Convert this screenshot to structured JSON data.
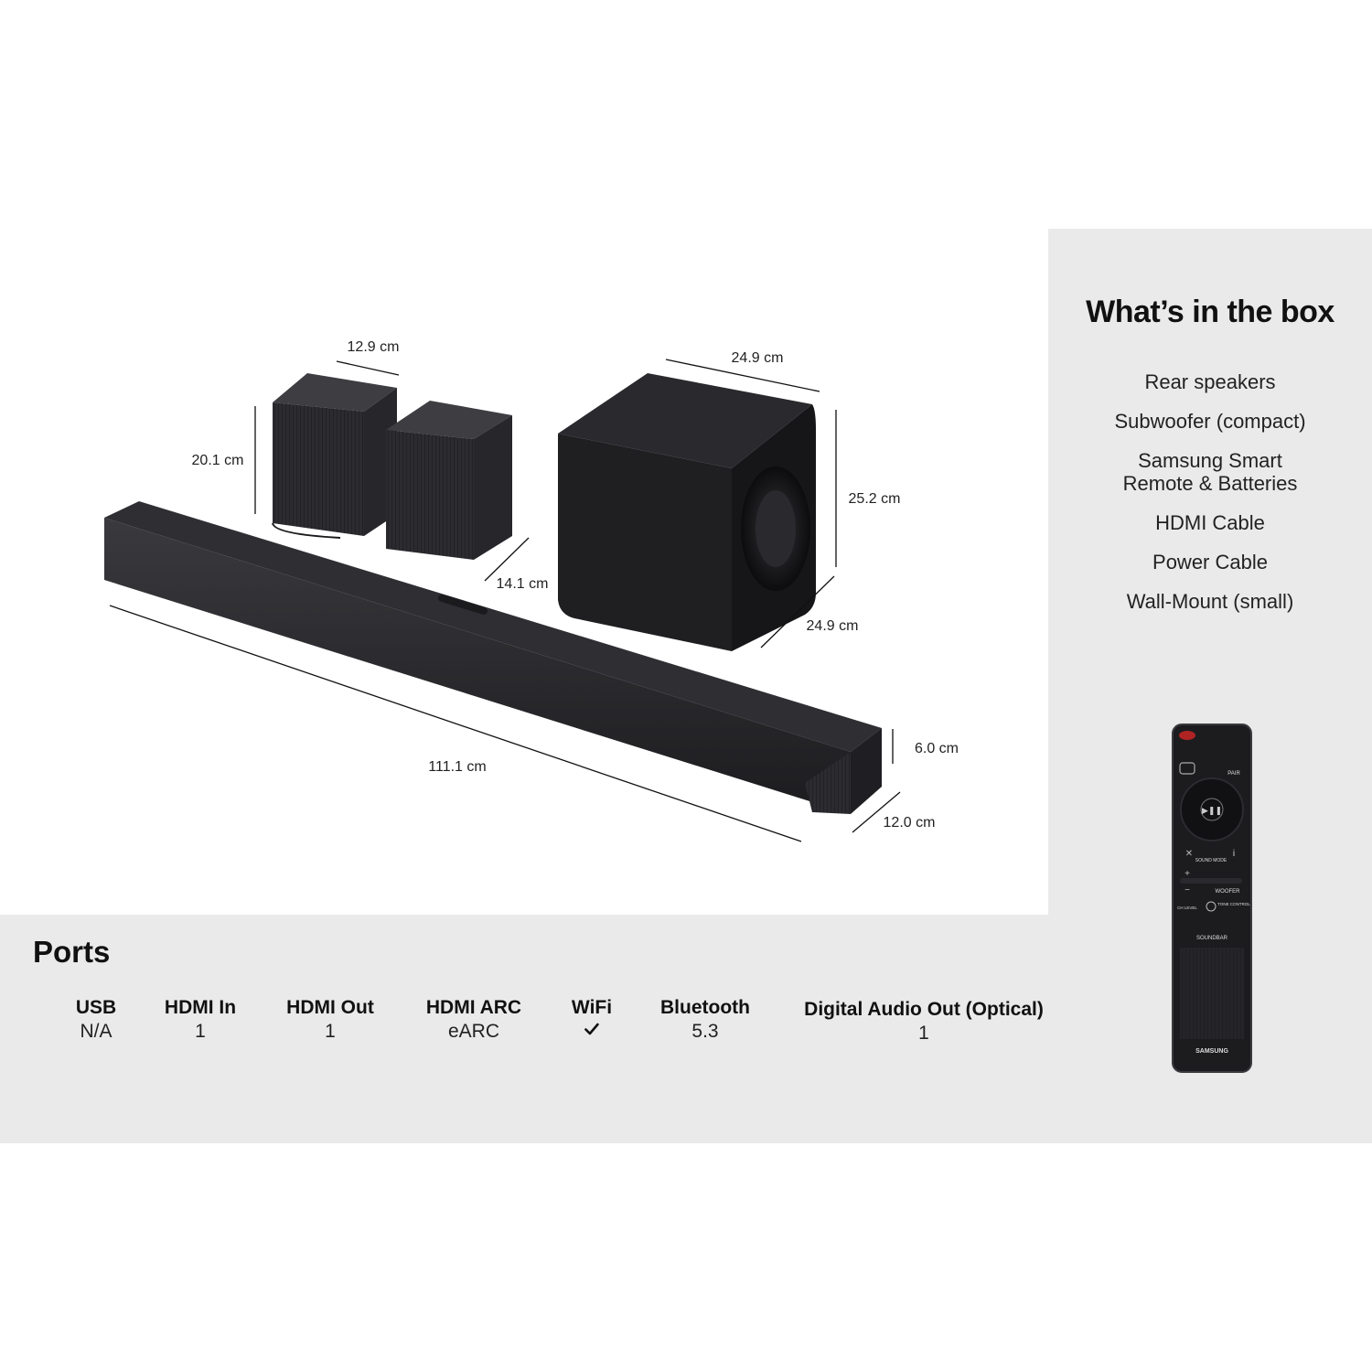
{
  "whats_in_the_box": {
    "title": "What’s in the box",
    "items": [
      "Rear speakers",
      "Subwoofer (compact)",
      "Samsung Smart\nRemote & Batteries",
      "HDMI Cable",
      "Power Cable",
      "Wall-Mount (small)"
    ]
  },
  "dimensions": {
    "rear_width": "12.9 cm",
    "rear_height": "20.1 cm",
    "rear_depth": "14.1 cm",
    "sub_width": "24.9 cm",
    "sub_height": "25.2 cm",
    "sub_depth": "24.9 cm",
    "bar_width": "111.1 cm",
    "bar_height": "6.0 cm",
    "bar_depth": "12.0 cm"
  },
  "ports": {
    "title": "Ports",
    "items": [
      {
        "label": "USB",
        "value": "N/A"
      },
      {
        "label": "HDMI In",
        "value": "1"
      },
      {
        "label": "HDMI Out",
        "value": "1"
      },
      {
        "label": "HDMI ARC",
        "value": "eARC"
      },
      {
        "label": "WiFi",
        "icon": "checkmark-icon"
      },
      {
        "label": "Bluetooth",
        "value": "5.3"
      },
      {
        "label": "Digital Audio Out (Optical)",
        "value": "1"
      }
    ]
  },
  "remote": {
    "button_pair": "PAIR",
    "button_sound_mode": "SOUND\nMODE",
    "button_woofer": "WOOFER",
    "button_ch_level": "CH LEVEL",
    "button_tone_control": "TONE\nCONTROL",
    "label_soundbar": "SOUNDBAR",
    "brand": "SAMSUNG"
  }
}
